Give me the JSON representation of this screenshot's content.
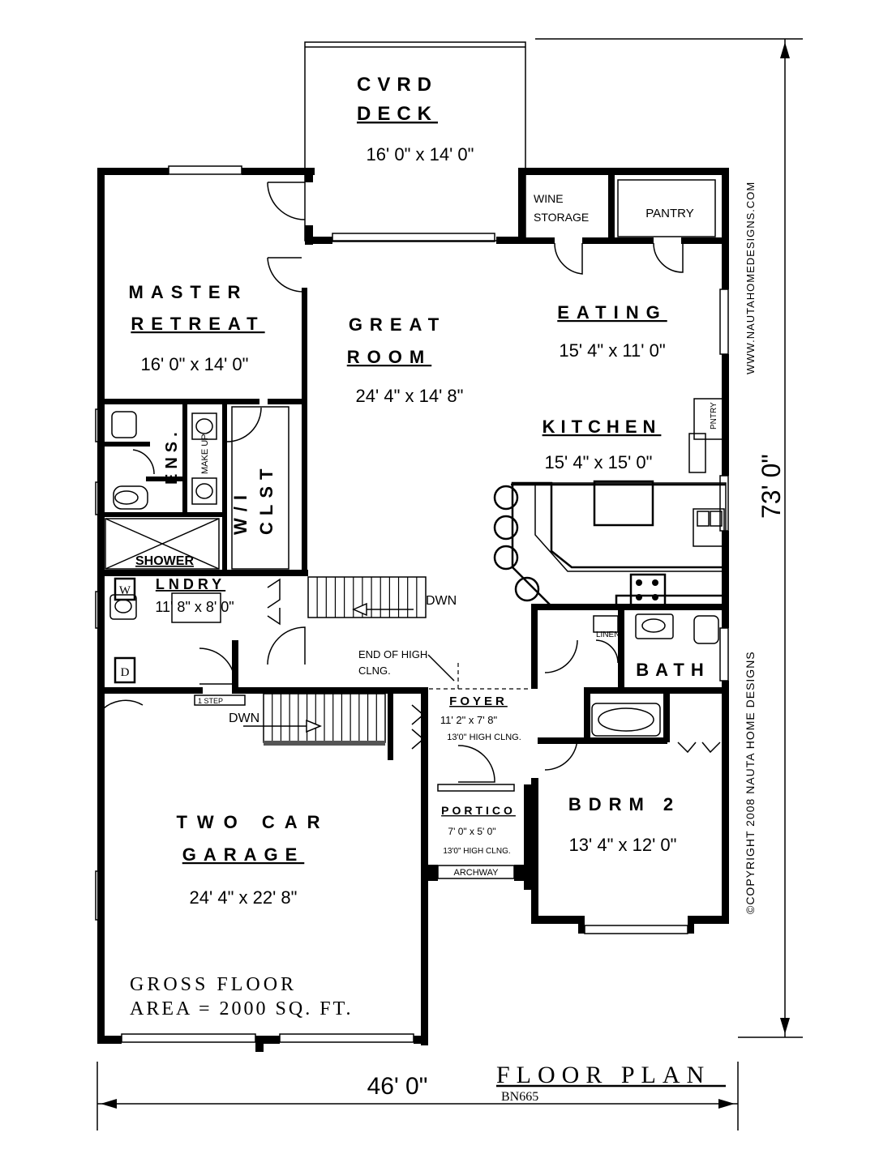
{
  "rooms": {
    "deck": {
      "name1": "CVRD",
      "name2": "DECK",
      "dim": "16' 0\" x 14' 0\""
    },
    "wine": {
      "line1": "WINE",
      "line2": "STORAGE"
    },
    "pantry": {
      "label": "PANTRY"
    },
    "master": {
      "name1": "MASTER",
      "name2": "RETREAT",
      "dim": "16' 0\" x 14' 0\""
    },
    "great": {
      "name1": "GREAT",
      "name2": "ROOM",
      "dim": "24' 4\" x 14' 8\""
    },
    "eating": {
      "name": "EATING",
      "dim": "15' 4\" x 11' 0\""
    },
    "kitchen": {
      "name": "KITCHEN",
      "dim": "15' 4\" x 15' 0\"",
      "pntry": "PNTRY"
    },
    "ens": {
      "label": "ENS.",
      "makeup": "MAKE UP",
      "shower": "SHOWER"
    },
    "clst": {
      "line1": "W/I",
      "line2": "CLST"
    },
    "laundry": {
      "name": "LNDRY",
      "dim": "11' 8\" x 8' 0\"",
      "washer": "W",
      "dryer": "D"
    },
    "stairs": {
      "upper_label": "DWN",
      "lower_label": "DWN",
      "step": "1 STEP"
    },
    "highclng": {
      "line1": "END OF HIGH",
      "line2": "CLNG."
    },
    "foyer": {
      "name": "FOYER",
      "dim": "11' 2\" x 7' 8\"",
      "note": "13'0\" HIGH CLNG."
    },
    "linen": {
      "label": "LINEN"
    },
    "bath": {
      "name": "BATH"
    },
    "portico": {
      "name": "PORTICO",
      "dim": "7' 0\" x 5' 0\"",
      "note": "13'0\" HIGH CLNG.",
      "archway": "ARCHWAY"
    },
    "bdrm2": {
      "name": "BDRM 2",
      "dim": "13' 4\" x 12' 0\""
    },
    "garage": {
      "name1": "TWO CAR",
      "name2": "GARAGE",
      "dim": "24' 4\" x 22' 8\""
    }
  },
  "gross_area": {
    "line1": "GROSS FLOOR",
    "line2": "AREA = 2000 SQ. FT."
  },
  "dimensions": {
    "width": "46' 0\"",
    "depth": "73' 0\""
  },
  "title": {
    "main": "FLOOR PLAN",
    "code": "BN665"
  },
  "watermarks": {
    "site": "WWW.NAUTAHOMEDESIGNS.COM",
    "copyright": "©COPYRIGHT 2008 NAUTA HOME DESIGNS"
  }
}
